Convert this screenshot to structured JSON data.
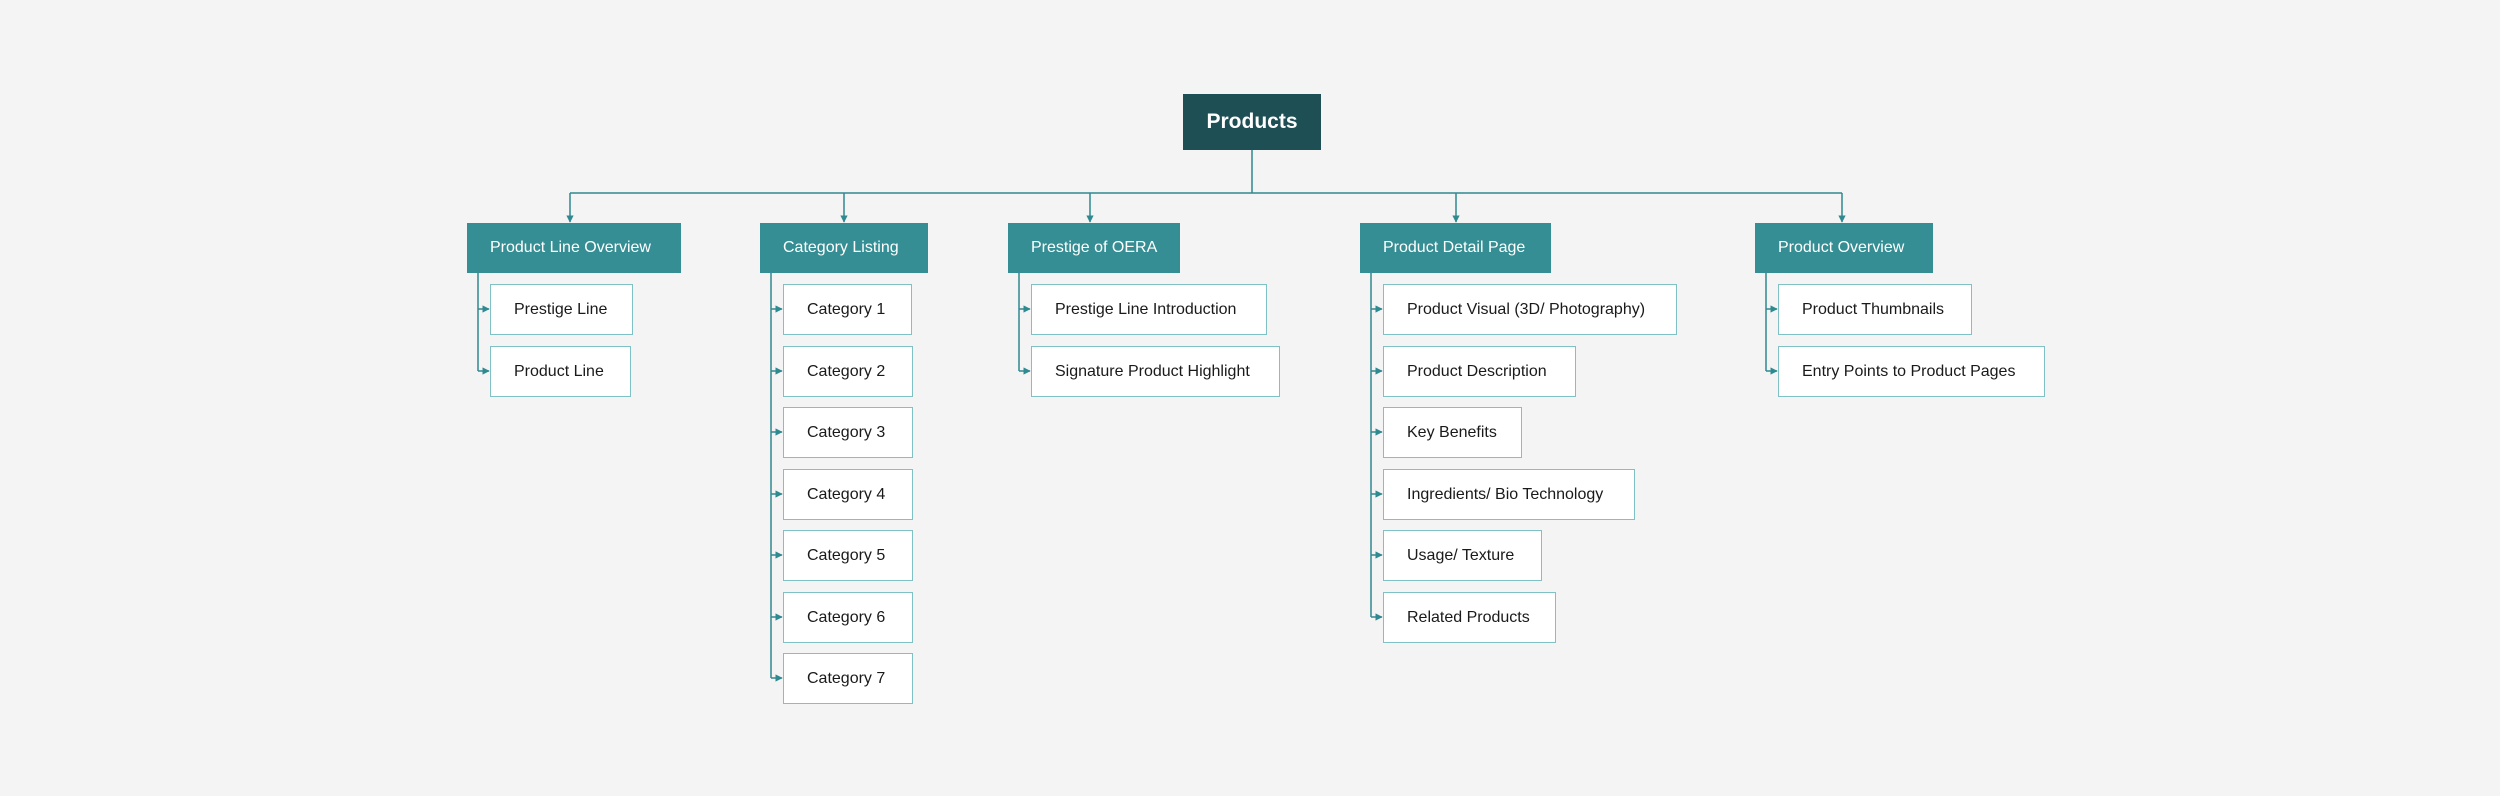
{
  "root": {
    "label": "Products"
  },
  "columns": [
    {
      "label": "Product Line Overview",
      "items": [
        "Prestige Line",
        "Product Line"
      ]
    },
    {
      "label": "Category Listing",
      "items": [
        "Category 1",
        "Category 2",
        "Category 3",
        "Category 4",
        "Category 5",
        "Category 6",
        "Category 7"
      ]
    },
    {
      "label": "Prestige of OERA",
      "items": [
        "Prestige Line Introduction",
        "Signature Product Highlight"
      ]
    },
    {
      "label": "Product Detail Page",
      "items": [
        "Product Visual (3D/ Photography)",
        "Product Description",
        "Key Benefits",
        "Ingredients/ Bio Technology",
        "Usage/ Texture",
        "Related Products"
      ]
    },
    {
      "label": "Product Overview",
      "items": [
        "Product Thumbnails",
        "Entry Points to Product Pages"
      ]
    }
  ],
  "colors": {
    "root_fill": "#1d4f55",
    "section_fill": "#358e93",
    "leaf_border": "#7fc1c4",
    "connector": "#2f8a90"
  }
}
